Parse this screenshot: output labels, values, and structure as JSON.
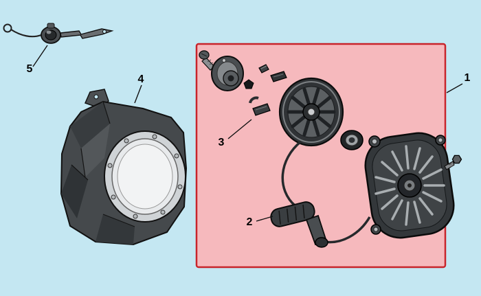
{
  "canvas": {
    "background": "#c4e7f2"
  },
  "highlight_box": {
    "fill": "#f6b9bd",
    "border": "#c8242b"
  },
  "leader_line_color": "#111111",
  "part_dark_color": "#3a3e41",
  "callouts": [
    {
      "label": "1",
      "part": "recoil-starter-assembly"
    },
    {
      "label": "2",
      "part": "starter-handle"
    },
    {
      "label": "3",
      "part": "starter-pawl-set"
    },
    {
      "label": "4",
      "part": "blower-housing"
    },
    {
      "label": "5",
      "part": "engine-stop-switch"
    }
  ]
}
